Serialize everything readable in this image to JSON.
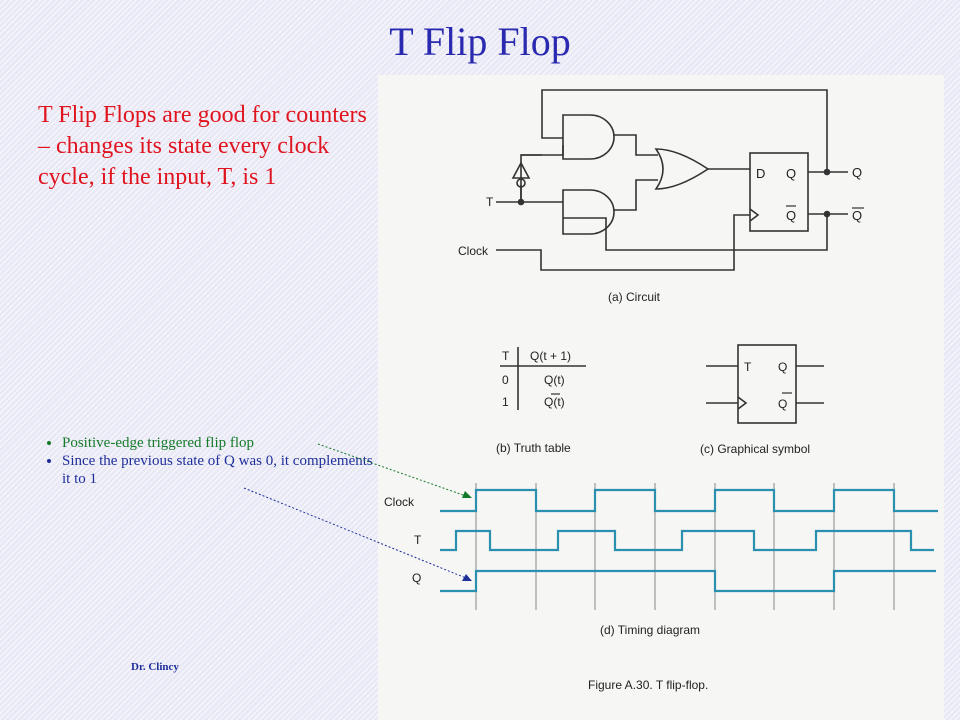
{
  "slide": {
    "title": "T Flip Flop",
    "intro": "T Flip Flops are good for counters – changes its state every clock cycle, if the input, T, is 1",
    "bullets": [
      "Positive-edge triggered flip flop",
      "Since the previous state of Q was 0, it complements it to 1"
    ],
    "author": "Dr. Clincy"
  },
  "figure": {
    "circuit": {
      "dff_d": "D",
      "dff_q": "Q",
      "dff_qbar": "Q",
      "input_t": "T",
      "input_clock": "Clock",
      "out_q": "Q",
      "out_qbar": "Q",
      "caption": "(a) Circuit"
    },
    "truth_table": {
      "header_t": "T",
      "header_q": "Q(t + 1)",
      "row0_t": "0",
      "row0_q": "Q(t)",
      "row1_t": "1",
      "row1_q": "Q(t)",
      "caption": "(b) Truth table"
    },
    "symbol": {
      "t": "T",
      "q": "Q",
      "qbar": "Q",
      "caption": "(c) Graphical symbol"
    },
    "timing": {
      "label_clock": "Clock",
      "label_t": "T",
      "label_q": "Q",
      "caption": "(d) Timing diagram"
    },
    "figure_caption": "Figure A.30.    T flip-flop."
  },
  "colors": {
    "title": "#2a2ab0",
    "intro": "#e0141e",
    "bullet1": "#157a2a",
    "bullet2": "#1f2f9a",
    "waveform": "#2b8fb0"
  }
}
